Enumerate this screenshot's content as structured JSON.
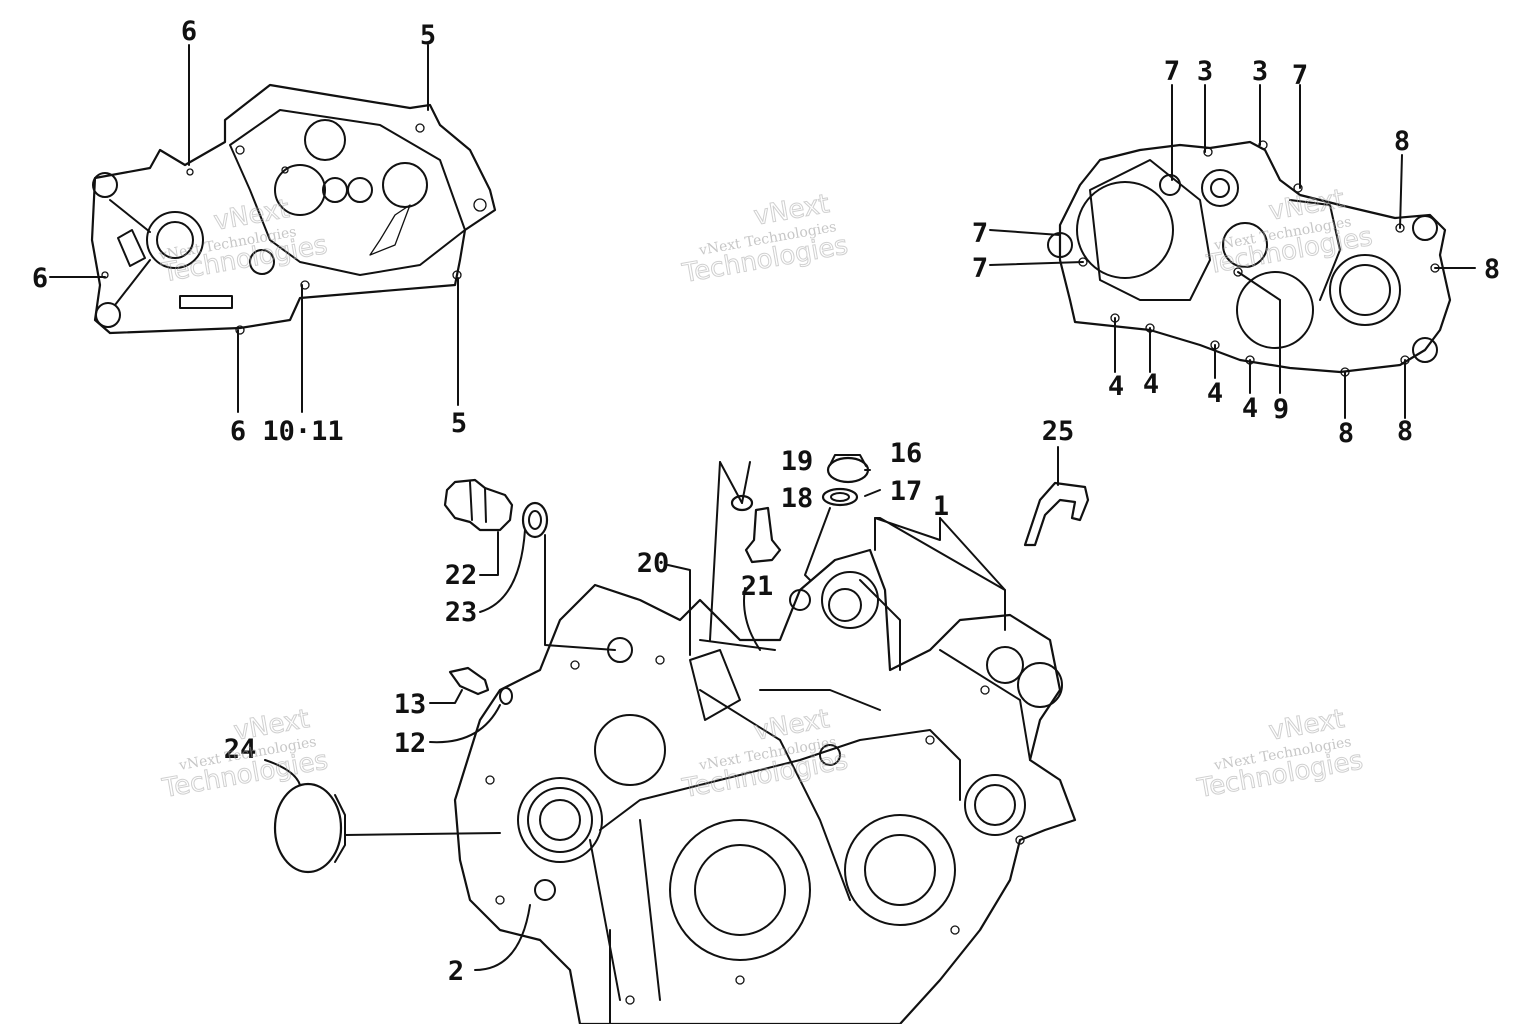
{
  "callouts": {
    "c1": "1",
    "c2": "2",
    "c3a": "3",
    "c3b": "3",
    "c4a": "4",
    "c4b": "4",
    "c4c": "4",
    "c4d": "4",
    "c5a": "5",
    "c5b": "5",
    "c6a": "6",
    "c6b": "6",
    "c6c": "6",
    "c7a": "7",
    "c7b": "7",
    "c7c": "7",
    "c7d": "7",
    "c8a": "8",
    "c8b": "8",
    "c8c": "8",
    "c8d": "8",
    "c9": "9",
    "c10_11": "10·11",
    "c12": "12",
    "c13": "13",
    "c16": "16",
    "c17": "17",
    "c18": "18",
    "c19": "19",
    "c20": "20",
    "c21": "21",
    "c22": "22",
    "c23": "23",
    "c24": "24",
    "c25": "25"
  },
  "watermark": {
    "line1": "vNext Technologies",
    "big": "vNext",
    "big2": "Technologies"
  }
}
